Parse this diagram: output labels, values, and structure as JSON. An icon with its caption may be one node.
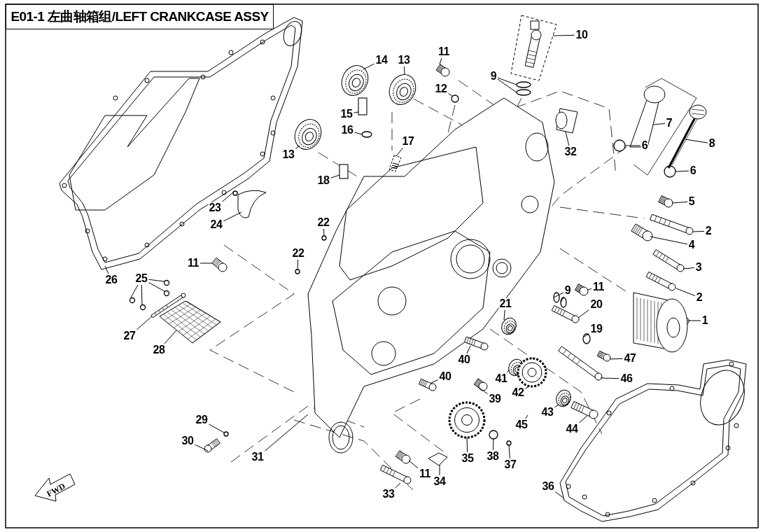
{
  "diagram": {
    "title": "E01-1 左曲轴箱组/LEFT CRANKCASE ASSY",
    "nodes": [
      {
        "text": [
          "1"
        ]
      },
      {
        "text": [
          "2"
        ]
      },
      {
        "text": [
          "2"
        ]
      },
      {
        "text": [
          "3"
        ]
      },
      {
        "text": [
          "4"
        ]
      },
      {
        "text": [
          "5"
        ]
      },
      {
        "text": [
          "6"
        ]
      },
      {
        "text": [
          "6"
        ]
      },
      {
        "text": [
          "7"
        ]
      },
      {
        "text": [
          "8"
        ]
      },
      {
        "text": [
          "9"
        ]
      },
      {
        "text": [
          "9"
        ]
      },
      {
        "text": [
          "10"
        ]
      },
      {
        "text": [
          "11"
        ]
      },
      {
        "text": [
          "11"
        ]
      },
      {
        "text": [
          "11"
        ]
      },
      {
        "text": [
          "11"
        ]
      },
      {
        "text": [
          "12"
        ]
      },
      {
        "text": [
          "13"
        ]
      },
      {
        "text": [
          "13"
        ]
      },
      {
        "text": [
          "14"
        ]
      },
      {
        "text": [
          "15"
        ]
      },
      {
        "text": [
          "16"
        ]
      },
      {
        "text": [
          "17"
        ]
      },
      {
        "text": [
          "18"
        ]
      },
      {
        "text": [
          "19"
        ]
      },
      {
        "text": [
          "20"
        ]
      },
      {
        "text": [
          "21"
        ]
      },
      {
        "text": [
          "22"
        ]
      },
      {
        "text": [
          "22"
        ]
      },
      {
        "text": [
          "23"
        ]
      },
      {
        "text": [
          "24"
        ]
      },
      {
        "text": [
          "25"
        ]
      },
      {
        "text": [
          "26"
        ]
      },
      {
        "text": [
          "27"
        ]
      },
      {
        "text": [
          "28"
        ]
      },
      {
        "text": [
          "29"
        ]
      },
      {
        "text": [
          "30"
        ]
      },
      {
        "text": [
          "31"
        ]
      },
      {
        "text": [
          "32"
        ]
      },
      {
        "text": [
          "33"
        ]
      },
      {
        "text": [
          "34"
        ]
      },
      {
        "text": [
          "35"
        ]
      },
      {
        "text": [
          "36"
        ]
      },
      {
        "text": [
          "37"
        ]
      },
      {
        "text": [
          "38"
        ]
      },
      {
        "text": [
          "39"
        ]
      },
      {
        "text": [
          "40"
        ]
      },
      {
        "text": [
          "40"
        ]
      },
      {
        "text": [
          "41"
        ]
      },
      {
        "text": [
          "42"
        ]
      },
      {
        "text": [
          "43"
        ]
      },
      {
        "text": [
          "44"
        ]
      },
      {
        "text": [
          "45"
        ]
      },
      {
        "text": [
          "46"
        ]
      },
      {
        "text": [
          "47"
        ]
      },
      {
        "text": [],
        "shape": "picture"
      },
      {
        "text": [],
        "shape": "picture"
      },
      {
        "text": [],
        "shape": "picture"
      },
      {
        "text": [],
        "shape": "picture"
      },
      {
        "text": [],
        "shape": "picture"
      },
      {
        "text": [],
        "shape": "picture"
      },
      {
        "text": [],
        "shape": "circle"
      },
      {
        "text": [],
        "shape": "circle"
      },
      {
        "text": [],
        "shape": "picture"
      },
      {
        "text": [],
        "shape": "picture"
      },
      {
        "text": [],
        "shape": "circle"
      },
      {
        "text": [],
        "shape": "circle"
      },
      {
        "text": [],
        "shape": "circle"
      },
      {
        "text": [],
        "shape": "circle"
      },
      {
        "text": [],
        "shape": "picture"
      },
      {
        "text": [],
        "shape": "picture"
      },
      {
        "text": [],
        "shape": "picture"
      },
      {
        "text": [],
        "shape": "picture"
      },
      {
        "text": [],
        "shape": "picture"
      },
      {
        "text": [],
        "shape": "circle"
      },
      {
        "text": [],
        "shape": "picture"
      },
      {
        "text": [],
        "shape": "picture"
      },
      {
        "text": [],
        "shape": "picture"
      },
      {
        "text": [],
        "shape": "box"
      },
      {
        "text": [],
        "shape": "circle"
      },
      {
        "text": [],
        "shape": "picture"
      },
      {
        "text": [],
        "shape": "box"
      },
      {
        "text": [],
        "shape": "circle"
      },
      {
        "text": [],
        "shape": "picture"
      },
      {
        "text": [],
        "shape": "picture"
      },
      {
        "text": [],
        "shape": "circle"
      },
      {
        "text": [],
        "shape": "circle"
      },
      {
        "text": [],
        "shape": "circle"
      },
      {
        "text": [],
        "shape": "picture"
      },
      {
        "text": [],
        "shape": "circle"
      },
      {
        "text": [],
        "shape": "circle"
      },
      {
        "text": [],
        "shape": "circle"
      },
      {
        "text": [],
        "shape": "circle"
      },
      {
        "text": [],
        "shape": "picture"
      },
      {
        "text": [],
        "shape": "picture"
      },
      {
        "text": [],
        "shape": "picture"
      },
      {
        "text": [],
        "shape": "circle"
      },
      {
        "text": [],
        "shape": "picture"
      },
      {
        "text": [],
        "shape": "picture"
      },
      {
        "text": [],
        "shape": "picture"
      },
      {
        "text": [],
        "shape": "picture"
      },
      {
        "text": [],
        "shape": "picture"
      },
      {
        "text": [],
        "shape": "picture"
      },
      {
        "text": [],
        "shape": "picture"
      },
      {
        "text": [],
        "shape": "circle"
      },
      {
        "text": [],
        "shape": "circle"
      },
      {
        "text": [],
        "shape": "picture"
      },
      {
        "text": [],
        "shape": "picture"
      },
      {
        "text": [],
        "shape": "picture"
      },
      {
        "text": [],
        "shape": "picture"
      },
      {
        "text": [],
        "shape": "picture"
      },
      {
        "text": [],
        "shape": "picture"
      },
      {
        "text": [],
        "shape": "picture"
      },
      {
        "text": [],
        "shape": "picture"
      },
      {
        "text": [],
        "shape": "picture"
      }
    ],
    "edges": [
      {
        "from": 0,
        "to": 56,
        "arrow": "none"
      },
      {
        "from": 1,
        "to": 57,
        "arrow": "none"
      },
      {
        "from": 2,
        "to": 58,
        "arrow": "none"
      },
      {
        "from": 3,
        "to": 59,
        "arrow": "none"
      },
      {
        "from": 4,
        "to": 60,
        "arrow": "none"
      },
      {
        "from": 5,
        "to": 61,
        "arrow": "none"
      },
      {
        "from": 6,
        "to": 62,
        "arrow": "none"
      },
      {
        "from": 7,
        "to": 63,
        "arrow": "none"
      },
      {
        "from": 8,
        "to": 64,
        "arrow": "none"
      },
      {
        "from": 9,
        "to": 65,
        "arrow": "none"
      },
      {
        "from": 10,
        "to": 66,
        "arrow": "none"
      },
      {
        "from": 10,
        "to": 67,
        "arrow": "none"
      },
      {
        "from": 11,
        "to": 68,
        "arrow": "none"
      },
      {
        "from": 11,
        "to": 69,
        "arrow": "none"
      },
      {
        "from": 12,
        "to": 70,
        "arrow": "none"
      },
      {
        "from": 13,
        "to": 71,
        "arrow": "none"
      },
      {
        "from": 14,
        "to": 72,
        "arrow": "none"
      },
      {
        "from": 15,
        "to": 73,
        "arrow": "none"
      },
      {
        "from": 16,
        "to": 74,
        "arrow": "none"
      },
      {
        "from": 17,
        "to": 75,
        "arrow": "none"
      },
      {
        "from": 18,
        "to": 76,
        "arrow": "none"
      },
      {
        "from": 19,
        "to": 77,
        "arrow": "none"
      },
      {
        "from": 20,
        "to": 78,
        "arrow": "none"
      },
      {
        "from": 21,
        "to": 79,
        "arrow": "none"
      },
      {
        "from": 22,
        "to": 80,
        "arrow": "none"
      },
      {
        "from": 23,
        "to": 81,
        "arrow": "none"
      },
      {
        "from": 24,
        "to": 82,
        "arrow": "none"
      },
      {
        "from": 25,
        "to": 83,
        "arrow": "none"
      },
      {
        "from": 26,
        "to": 84,
        "arrow": "none"
      },
      {
        "from": 27,
        "to": 85,
        "arrow": "none"
      },
      {
        "from": 28,
        "to": 86,
        "arrow": "none"
      },
      {
        "from": 29,
        "to": 87,
        "arrow": "none"
      },
      {
        "from": 30,
        "to": 88,
        "arrow": "none"
      },
      {
        "from": 31,
        "to": 89,
        "arrow": "none"
      },
      {
        "from": 32,
        "to": 90,
        "arrow": "none"
      },
      {
        "from": 32,
        "to": 91,
        "arrow": "none"
      },
      {
        "from": 32,
        "to": 92,
        "arrow": "none"
      },
      {
        "from": 32,
        "to": 93,
        "arrow": "none"
      },
      {
        "from": 33,
        "to": 94,
        "arrow": "none"
      },
      {
        "from": 34,
        "to": 95,
        "arrow": "none"
      },
      {
        "from": 35,
        "to": 96,
        "arrow": "none"
      },
      {
        "from": 36,
        "to": 97,
        "arrow": "none"
      },
      {
        "from": 37,
        "to": 98,
        "arrow": "none"
      },
      {
        "from": 38,
        "to": 99,
        "arrow": "none"
      },
      {
        "from": 39,
        "to": 100,
        "arrow": "none"
      },
      {
        "from": 40,
        "to": 101,
        "arrow": "none"
      },
      {
        "from": 41,
        "to": 102,
        "arrow": "none"
      },
      {
        "from": 42,
        "to": 103,
        "arrow": "none"
      },
      {
        "from": 43,
        "to": 104,
        "arrow": "none"
      },
      {
        "from": 44,
        "to": 105,
        "arrow": "none"
      },
      {
        "from": 45,
        "to": 106,
        "arrow": "none"
      },
      {
        "from": 46,
        "to": 107,
        "arrow": "none"
      },
      {
        "from": 47,
        "to": 108,
        "arrow": "none"
      },
      {
        "from": 48,
        "to": 109,
        "arrow": "none"
      },
      {
        "from": 49,
        "to": 110,
        "arrow": "none"
      },
      {
        "from": 50,
        "to": 111,
        "arrow": "none"
      },
      {
        "from": 51,
        "to": 112,
        "arrow": "none"
      },
      {
        "from": 52,
        "to": 113,
        "arrow": "none"
      },
      {
        "from": 53,
        "to": null,
        "arrow": "none"
      },
      {
        "from": 54,
        "to": 114,
        "arrow": "none"
      },
      {
        "from": 55,
        "to": 115,
        "arrow": "none"
      }
    ],
    "labels": [
      "FWD"
    ]
  }
}
